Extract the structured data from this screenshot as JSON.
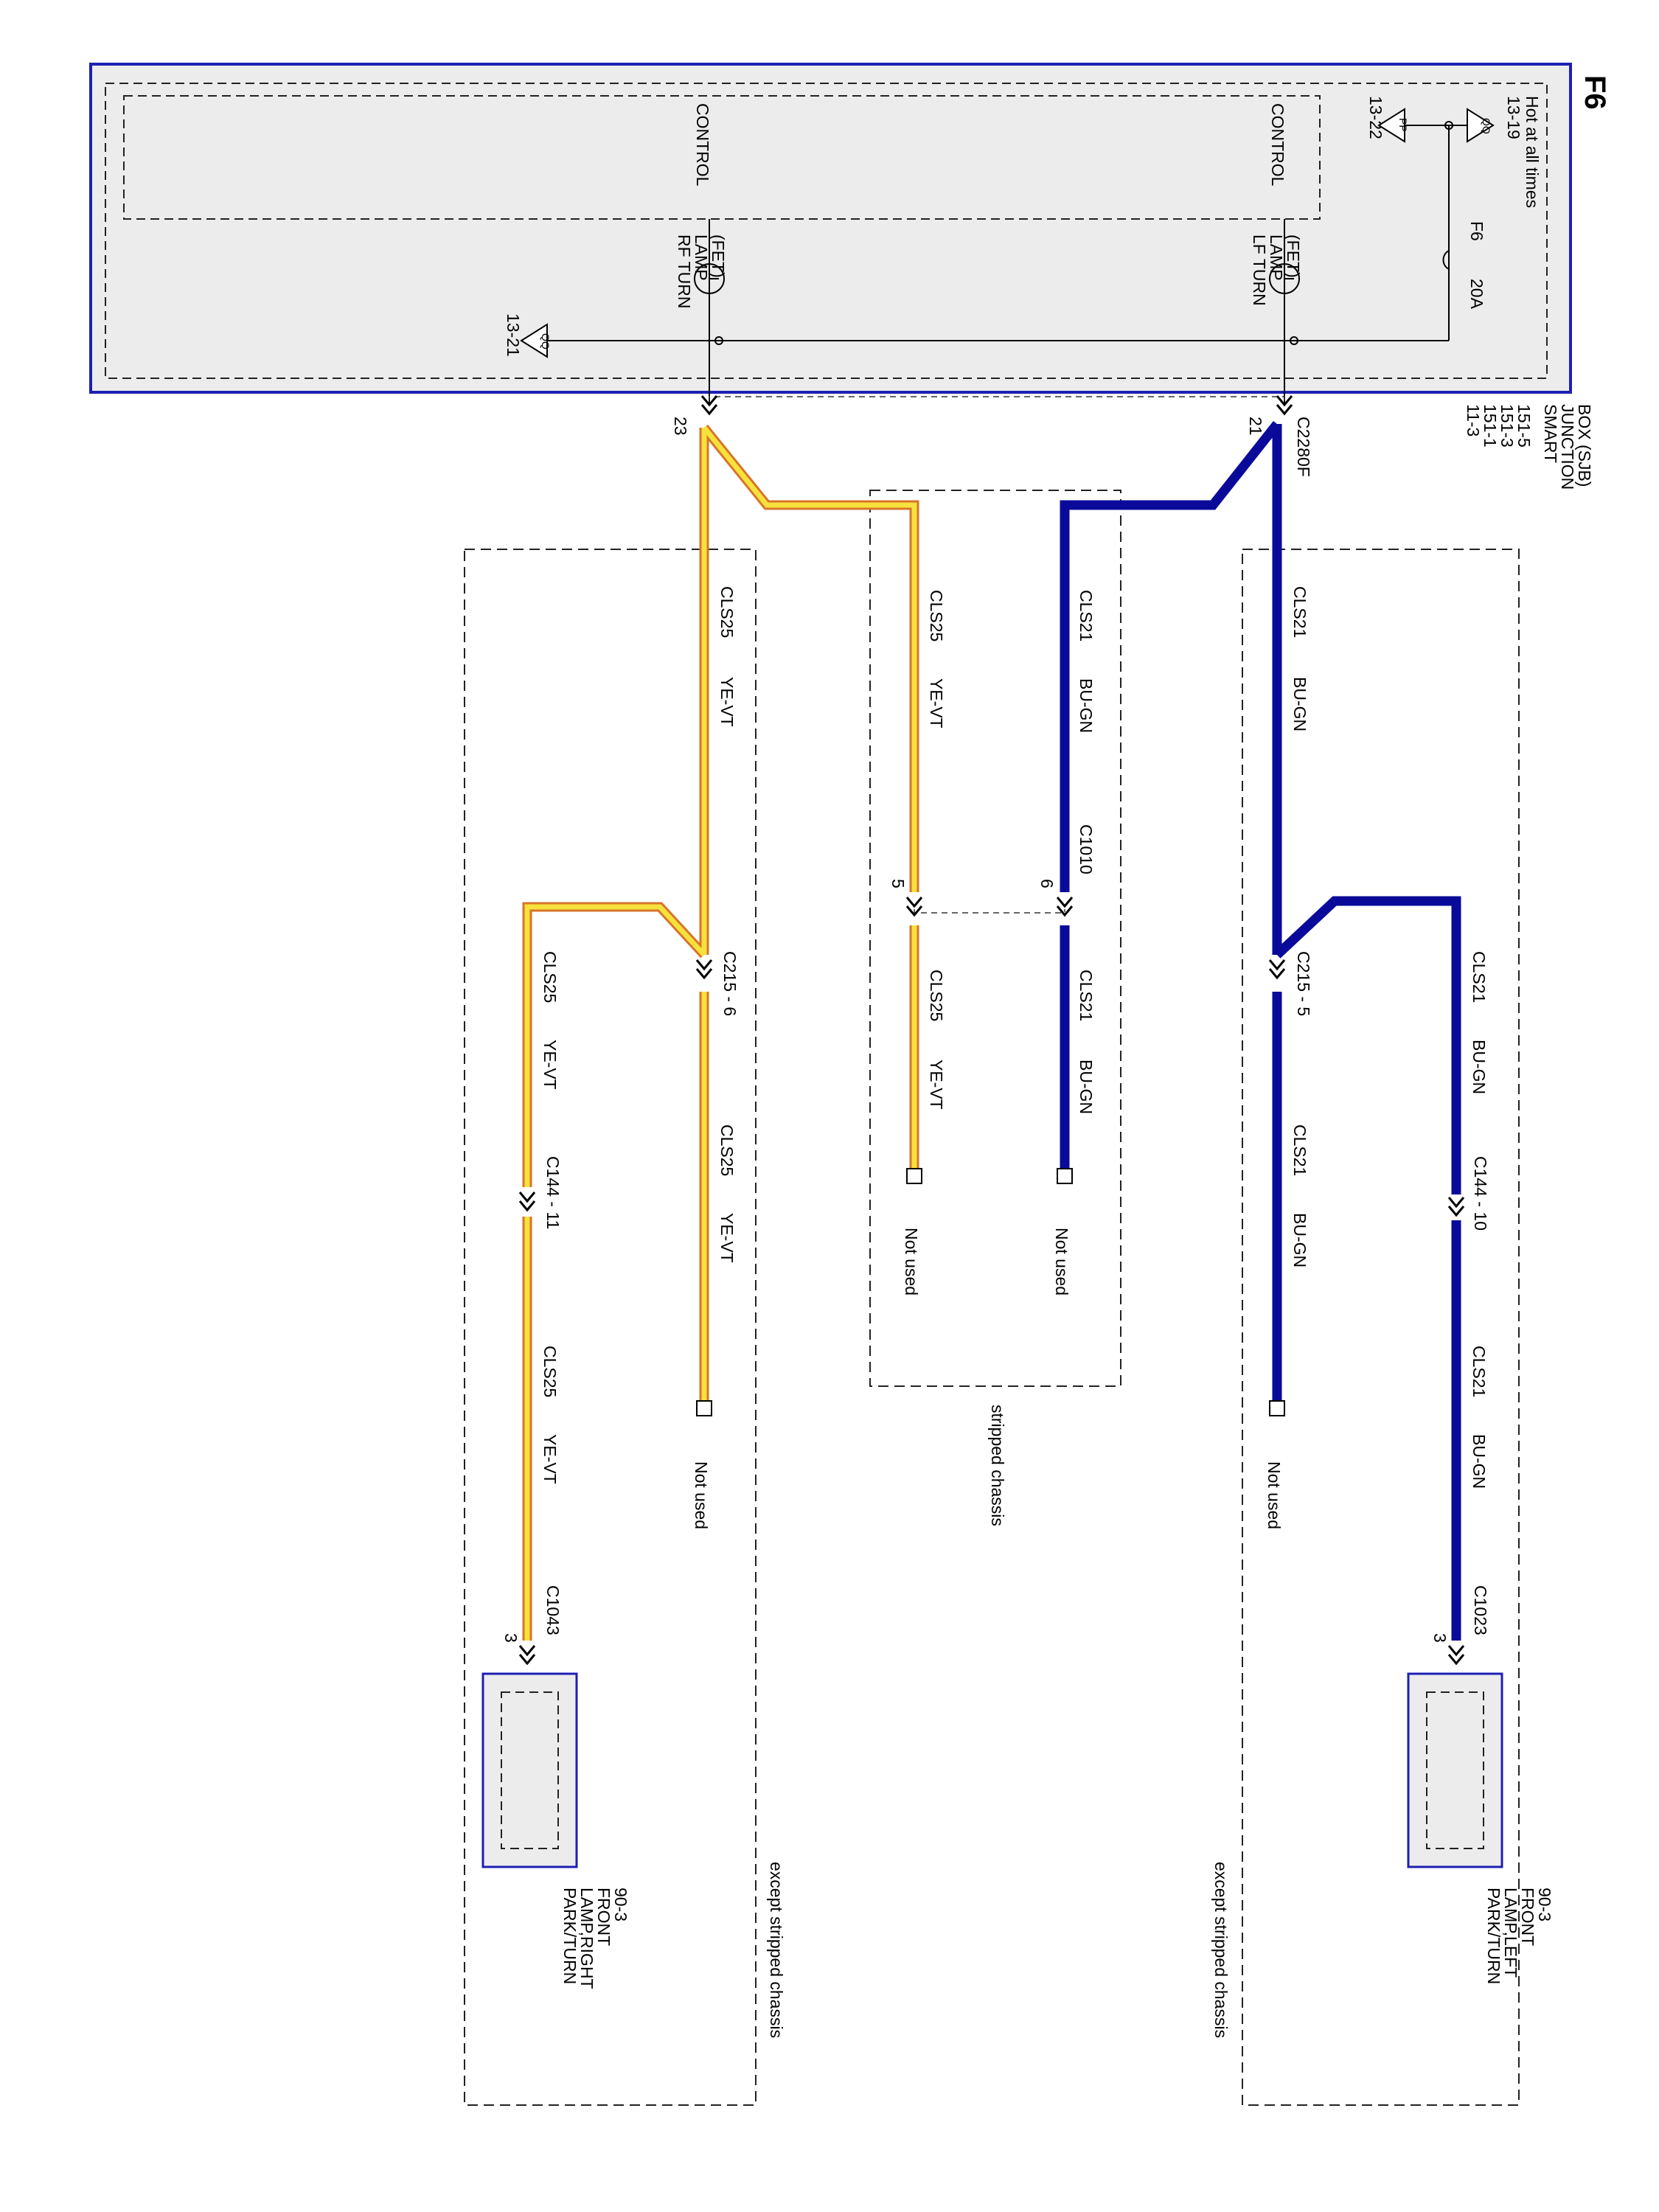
{
  "page_id": "F6",
  "colors": {
    "frame_blue": "#1f1fb4",
    "wire_blue": "#0a0a9a",
    "wire_yellow": "#f5e23c",
    "wire_orange": "#d9742a",
    "box_fill": "#ececec"
  },
  "sjb": {
    "name": "SMART\nJUNCTION\nBOX (SJB)",
    "refs": "11-3\n151-1\n151-3\n151-5",
    "hot": "Hot at all times",
    "ref_top": "13-19",
    "ref_pp": "13-22",
    "ref_qq": "13-21",
    "fuse": "F6",
    "fuse_rating": "20A",
    "control": "CONTROL",
    "lf_lamp": "LF TURN\nLAMP\n(FET)",
    "rf_lamp": "RF TURN\nLAMP\n(FET)",
    "sym_qq": "QQ",
    "sym_pp": "PP"
  },
  "connectors": {
    "c2280f": "C2280F",
    "pin21": "21",
    "pin23": "23",
    "c1010": "C1010",
    "pin6": "6",
    "pin5": "5",
    "c215_5": "C215 - 5",
    "c215_6": "C215 - 6",
    "c144_10": "C144 - 10",
    "c144_11": "C144 - 11",
    "c1023": "C1023",
    "c1043": "C1043",
    "pin3": "3"
  },
  "wires": {
    "cls21": "CLS21",
    "bu_gn": "BU-GN",
    "cls25": "CLS25",
    "ye_vt": "YE-VT"
  },
  "labels": {
    "not_used": "Not used",
    "stripped": "stripped chassis",
    "except_stripped": "except stripped chassis",
    "lamp_left": "PARK/TURN\nLAMP,LEFT\nFRONT\n90-3",
    "lamp_right": "PARK/TURN\nLAMP,RIGHT\nFRONT\n90-3"
  }
}
